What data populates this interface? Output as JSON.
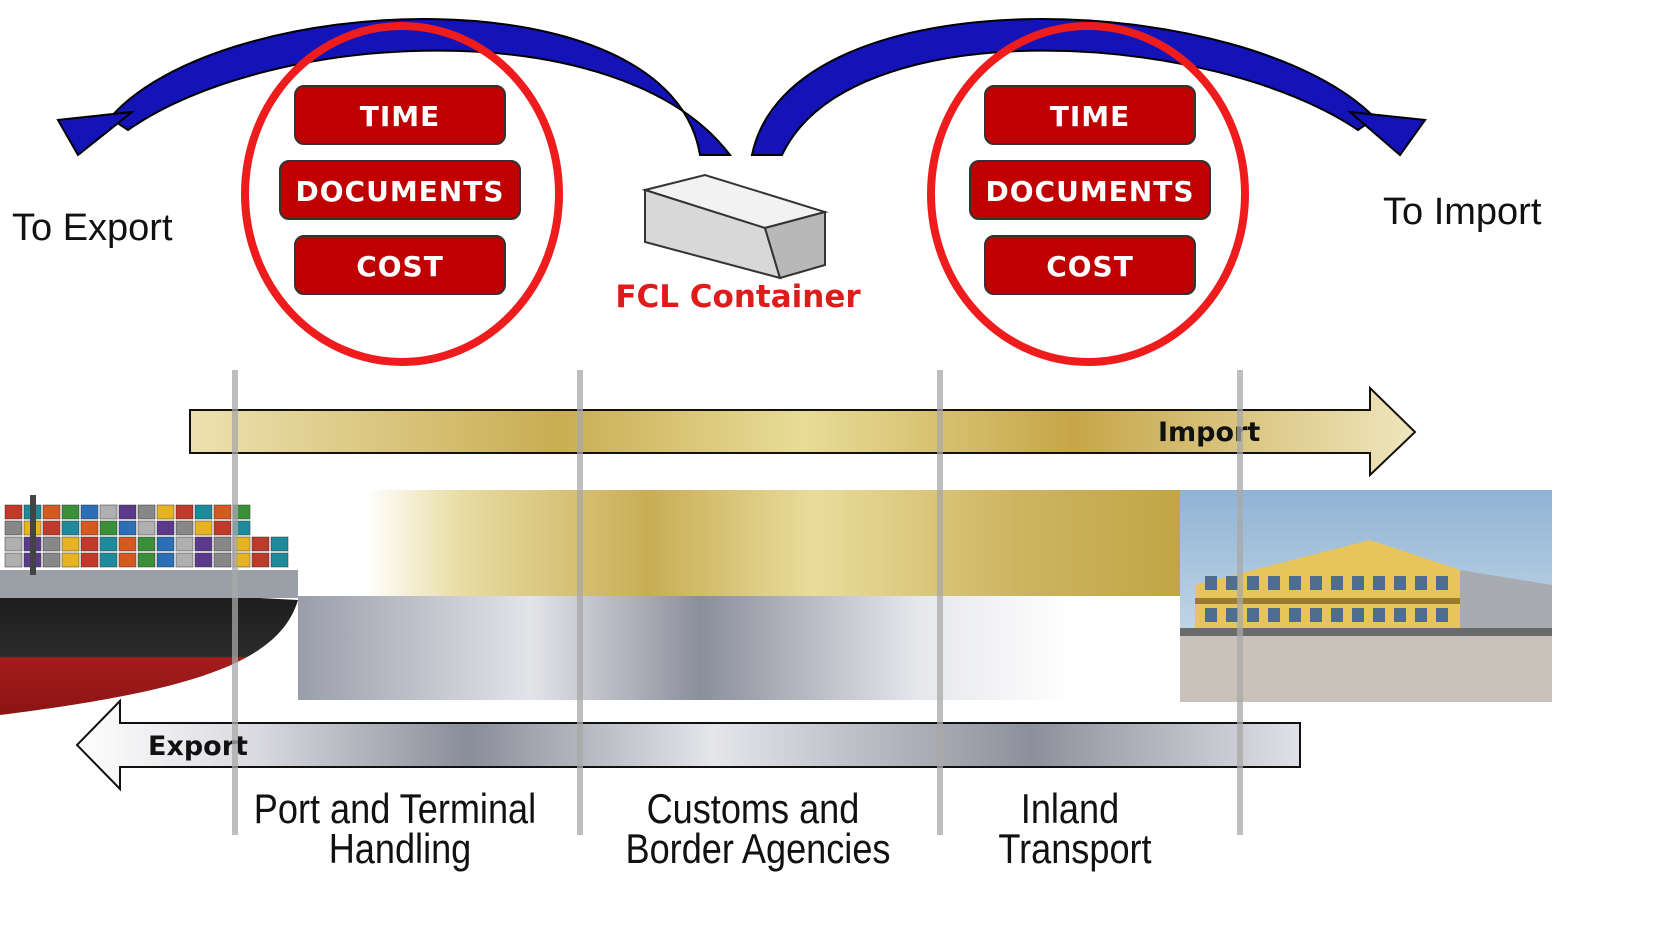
{
  "side_labels": {
    "export": "To Export",
    "import": "To Import"
  },
  "left_group": {
    "time": "TIME",
    "documents": "DOCUMENTS",
    "cost": "COST"
  },
  "right_group": {
    "time": "TIME",
    "documents": "DOCUMENTS",
    "cost": "COST"
  },
  "container_label": "FCL Container",
  "flow_arrows": {
    "import": "Import",
    "export": "Export"
  },
  "stages": [
    {
      "line1": "Port and Terminal",
      "line2": "Handling"
    },
    {
      "line1": "Customs and",
      "line2": "Border Agencies"
    },
    {
      "line1": "Inland",
      "line2": "Transport"
    }
  ],
  "colors": {
    "box_red": "#c00000",
    "circle_red": "#ee1c1c",
    "curve_blue": "#1212b8",
    "gold": "#c9ad52",
    "silver": "#8a8d9a"
  }
}
